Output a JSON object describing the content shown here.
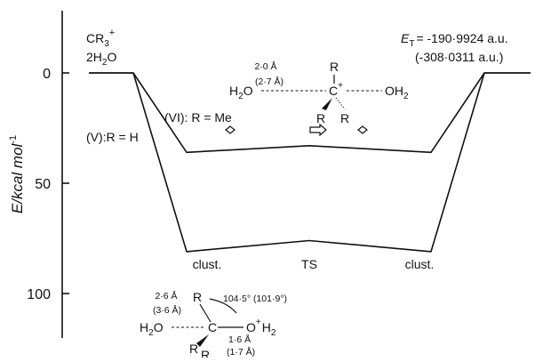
{
  "axis": {
    "ylabel": "E/kcal mol",
    "ylabel_exp": "-1",
    "ticks": [
      {
        "value": 0,
        "label": "0"
      },
      {
        "value": 50,
        "label": "50"
      },
      {
        "value": 100,
        "label": "100"
      }
    ]
  },
  "reactant": {
    "line1": "CR",
    "line1_sub": "3",
    "line1_sup": "+",
    "line2": "2H",
    "line2_sub": "2",
    "line2_end": "O"
  },
  "energy_total": {
    "prefix": "E",
    "prefix_sub": "T",
    "value": "= -190·9924 a.u.",
    "value2": "(-308·0311 a.u.)"
  },
  "series": [
    {
      "name": "(V):R = H",
      "energies": [
        0,
        0,
        81,
        76,
        81,
        0,
        0
      ]
    },
    {
      "name": "(VI): R = Me",
      "energies": [
        0,
        0,
        36,
        33,
        36,
        0,
        0
      ]
    }
  ],
  "points": [
    "clust.",
    "TS",
    "clust."
  ],
  "ts_structure": {
    "left": "H",
    "left_sub": "2",
    "left_end": "O",
    "right": "OH",
    "right_sub": "2",
    "center": "C",
    "center_sup": "+",
    "top": "R",
    "bl": "R",
    "br": "R",
    "dist1": "2·0 Å",
    "dist2": "(2·7 Å)"
  },
  "cluster_structure": {
    "left": "H",
    "left_sub": "2",
    "left_end": "O",
    "right": "O",
    "right_sup": "+",
    "right_end": "H",
    "right_sub": "2",
    "center": "C",
    "top": "R",
    "bl": "R",
    "b2": "R",
    "dist1": "2·6 Å",
    "dist2": "(3·6 Å)",
    "dist3": "1·6 Å",
    "dist4": "(1·7 Å)",
    "angle": "104·5° (101·9°)"
  }
}
